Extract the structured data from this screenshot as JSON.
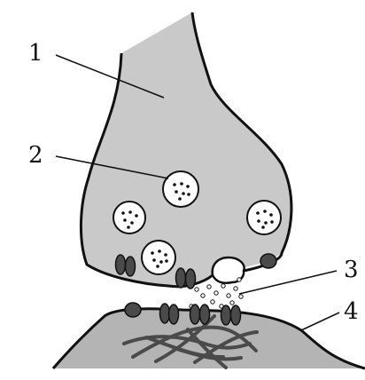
{
  "figure": {
    "labels": [
      {
        "id": "1",
        "text": "1"
      },
      {
        "id": "2",
        "text": "2"
      },
      {
        "id": "3",
        "text": "3"
      },
      {
        "id": "4",
        "text": "4"
      }
    ]
  },
  "colors": {
    "presynaptic_fill": "#c9c9c9",
    "postsynaptic_fill": "#b4b4b4",
    "vesicle_fill": "#ffffff",
    "channel_fill": "#4a4a4a",
    "outline": "#111111"
  }
}
